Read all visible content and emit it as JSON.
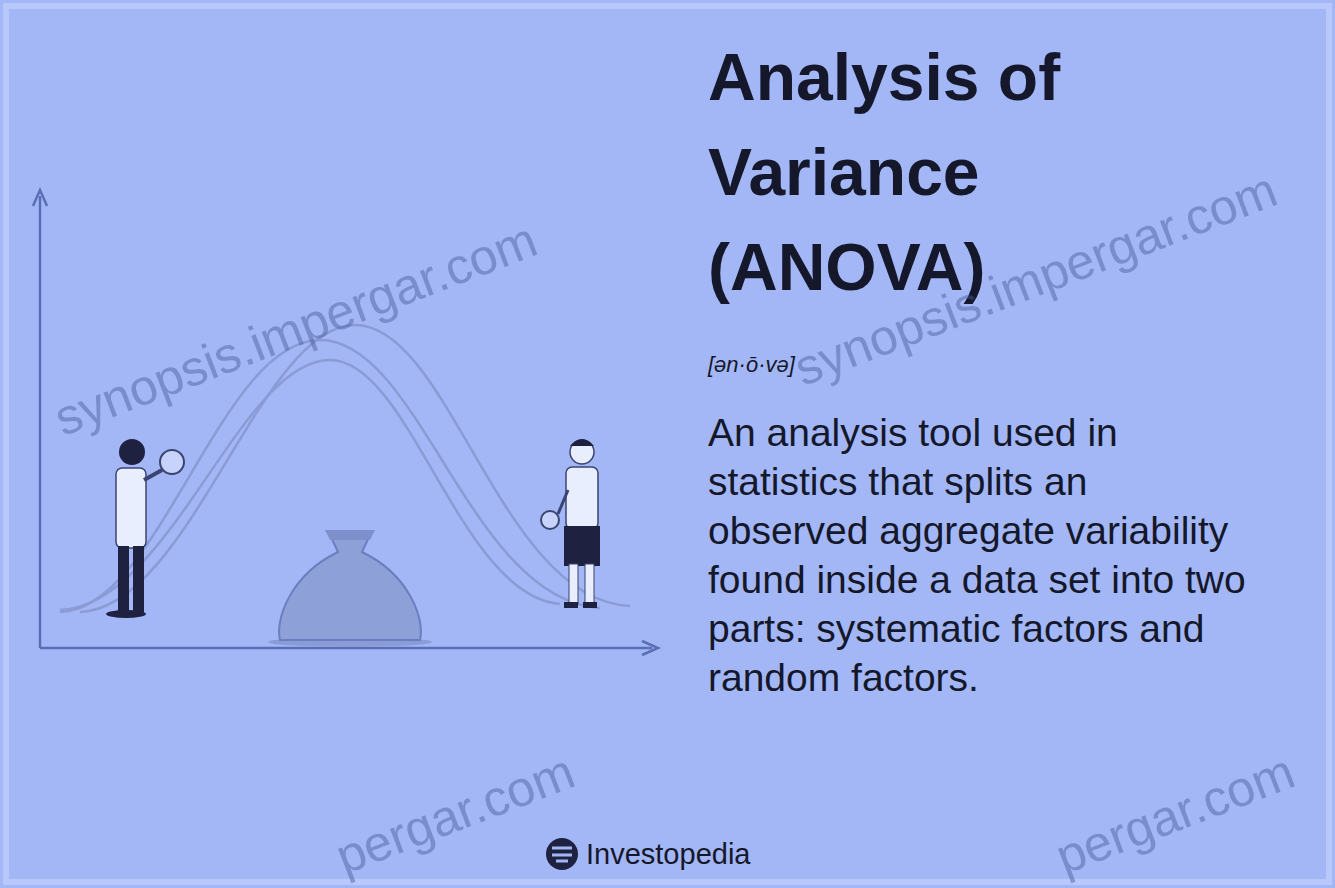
{
  "diagram": {
    "title": "Analysis of Variance (ANOVA)",
    "labels": [
      "[ən·ō·və]",
      "An analysis tool used in statistics that splits an observed aggregate variability found inside a data set into two parts: systematic factors and random factors.",
      "Investopedia",
      "synopsis.impergar.com",
      "synopsis.impergar.com",
      "pergar.com",
      "pergar.com"
    ]
  }
}
